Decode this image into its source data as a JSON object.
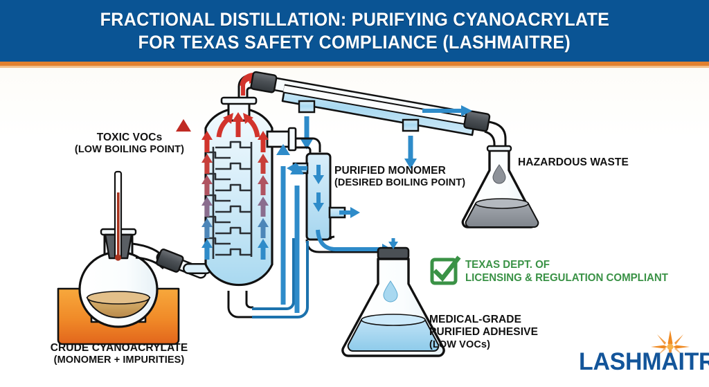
{
  "header": {
    "title_line_1": "FRACTIONAL DISTILLATION: PURIFYING CYANOACRYLATE",
    "title_line_2": "FOR TEXAS SAFETY COMPLIANCE (LASHMAITRE)",
    "banner_color": "#0a5494",
    "rule_color": "#e2812f"
  },
  "labels": {
    "toxic_vocs": {
      "line1": "TOXIC VOCs",
      "line2": "(LOW BOILING POINT)"
    },
    "purified_monomer": {
      "line1": "PURIFIED MONOMER",
      "line2": "(DESIRED BOILING POINT)"
    },
    "hazardous_waste": {
      "line1": "HAZARDOUS WASTE"
    },
    "crude_feed": {
      "line1": "CRUDE CYANOACRYLATE",
      "line2": "(MONOMER + IMPURITIES)"
    },
    "medical_grade": {
      "line1": "MEDICAL-GRADE",
      "line2": "PURIFIED ADHESIVE",
      "line3": "(LOW VOCs)"
    }
  },
  "compliance_badge": {
    "line1": "TEXAS DEPT. OF",
    "line2": "LICENSING & REGULATION COMPLIANT",
    "color": "#3a9246",
    "icon": "green-check-icon"
  },
  "logo": {
    "text": "LASHMAITRE",
    "color": "#13559a",
    "star_color": "#ef8a22"
  },
  "diagram": {
    "type": "process-flow",
    "equipment": [
      {
        "name": "round-bottom-boiling-flask",
        "contents": "crude cyanoacrylate",
        "liquid_color": "#c79a55"
      },
      {
        "name": "heating-mantle",
        "color": "#f08a2a"
      },
      {
        "name": "thermometer",
        "color": "#a33b20"
      },
      {
        "name": "fractionating-column",
        "trays": 11,
        "liquid_color": "#bfe2f5"
      },
      {
        "name": "angled-condenser",
        "jacket_color": "#aedcf2"
      },
      {
        "name": "erlenmeyer-receiver-waste",
        "liquid_color": "#8d9299"
      },
      {
        "name": "erlenmeyer-receiver-product",
        "liquid_color": "#a8d8f0"
      },
      {
        "name": "distillate-takeoff-tube",
        "flow_color": "#2a7fba"
      }
    ],
    "flow_arrows": {
      "vapor_hot": "#d2342c",
      "vapor_warm": "#8a6d8e",
      "liquid_cool": "#2e8bc9",
      "water_flow": "#1f7fc0"
    }
  },
  "colors": {
    "banner_blue": "#0a5494",
    "orange": "#e2812f",
    "green": "#3a9246",
    "glass_outline": "#111111",
    "pipe_blue": "#1c72ad"
  }
}
